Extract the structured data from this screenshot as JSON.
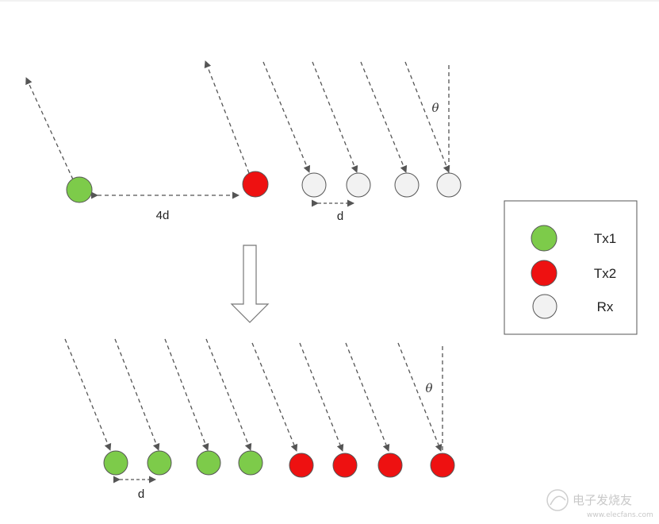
{
  "colors": {
    "tx1": "#7dcb4a",
    "tx2": "#ee1111",
    "rx": "#f2f2f2",
    "stroke": "#555555",
    "dash": "#555555"
  },
  "top_config": {
    "spacing_label": "4d",
    "rx_spacing_label": "d",
    "angle_label": "θ"
  },
  "bottom_config": {
    "spacing_label": "d",
    "angle_label": "θ"
  },
  "legend": {
    "items": [
      {
        "label": "Tx1",
        "type": "tx1"
      },
      {
        "label": "Tx2",
        "type": "tx2"
      },
      {
        "label": "Rx",
        "type": "rx"
      }
    ]
  },
  "icons": {
    "transition_arrow": "down-arrow-icon",
    "watermark_logo": "elecfans-logo-icon"
  },
  "watermark": {
    "text": "电子发烧友",
    "url": "www.elecfans.com"
  }
}
